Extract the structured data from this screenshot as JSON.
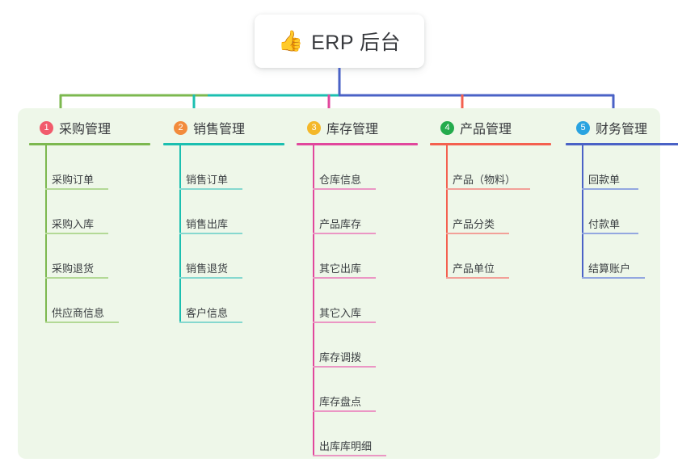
{
  "diagram": {
    "type": "org-tree",
    "root": {
      "icon": "thumbs-up-icon",
      "icon_glyph": "👍",
      "label": "ERP 后台"
    },
    "panel_background": "#eef7e9",
    "columns": [
      {
        "index": "1",
        "badge_number": "1",
        "badge_color": "#f15b6c",
        "line_color": "#7cb84f",
        "leaf_line_color": "#b3d996",
        "title": "采购管理",
        "items": [
          {
            "label": "采购订单"
          },
          {
            "label": "采购入库"
          },
          {
            "label": "采购退货"
          },
          {
            "label": "供应商信息"
          }
        ]
      },
      {
        "index": "2",
        "badge_number": "2",
        "badge_color": "#f28b3c",
        "line_color": "#1bbfb0",
        "leaf_line_color": "#86d8cf",
        "title": "销售管理",
        "items": [
          {
            "label": "销售订单"
          },
          {
            "label": "销售出库"
          },
          {
            "label": "销售退货"
          },
          {
            "label": "客户信息"
          }
        ]
      },
      {
        "index": "3",
        "badge_number": "3",
        "badge_color": "#f4b82a",
        "line_color": "#e1479c",
        "leaf_line_color": "#eb96c4",
        "title": "库存管理",
        "items": [
          {
            "label": "仓库信息"
          },
          {
            "label": "产品库存"
          },
          {
            "label": "其它出库"
          },
          {
            "label": "其它入库"
          },
          {
            "label": "库存调拨"
          },
          {
            "label": "库存盘点"
          },
          {
            "label": "出库库明细"
          }
        ]
      },
      {
        "index": "4",
        "badge_number": "4",
        "badge_color": "#24ab4d",
        "line_color": "#f4604f",
        "leaf_line_color": "#f2a098",
        "title": "产品管理",
        "items": [
          {
            "label": "产品（物料）"
          },
          {
            "label": "产品分类"
          },
          {
            "label": "产品单位"
          }
        ]
      },
      {
        "index": "5",
        "badge_number": "5",
        "badge_color": "#29a3e0",
        "line_color": "#4a62c6",
        "leaf_line_color": "#93a7e0",
        "title": "财务管理",
        "items": [
          {
            "label": "回款单"
          },
          {
            "label": "付款单"
          },
          {
            "label": "结算账户"
          }
        ]
      }
    ],
    "connector": {
      "stem_color": "#4a62c6",
      "bus_segments": [
        {
          "color": "#7cb84f"
        },
        {
          "color": "#1bbfb0"
        },
        {
          "color": "#4a62c6"
        }
      ]
    }
  }
}
